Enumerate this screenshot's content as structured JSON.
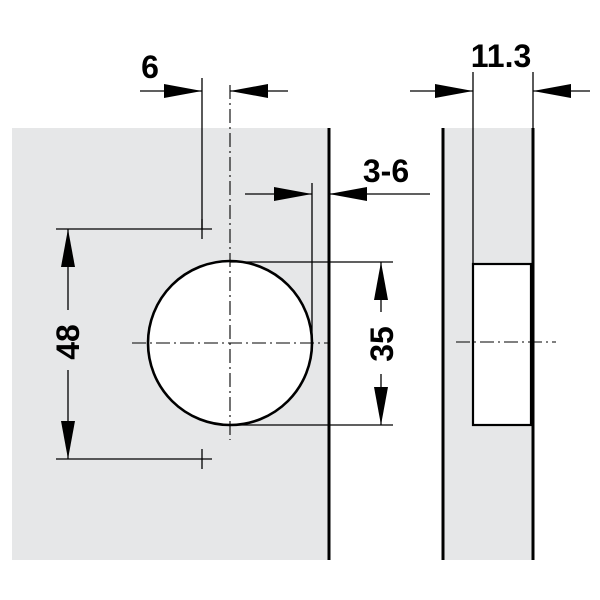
{
  "dimensions": {
    "drill_offset": "6",
    "cup_depth": "11.3",
    "edge_distance": "3-6",
    "hole_spacing": "48",
    "cup_diameter": "35"
  },
  "colors": {
    "panel": "#e6e7e8",
    "line": "#000000",
    "background": "#ffffff"
  }
}
